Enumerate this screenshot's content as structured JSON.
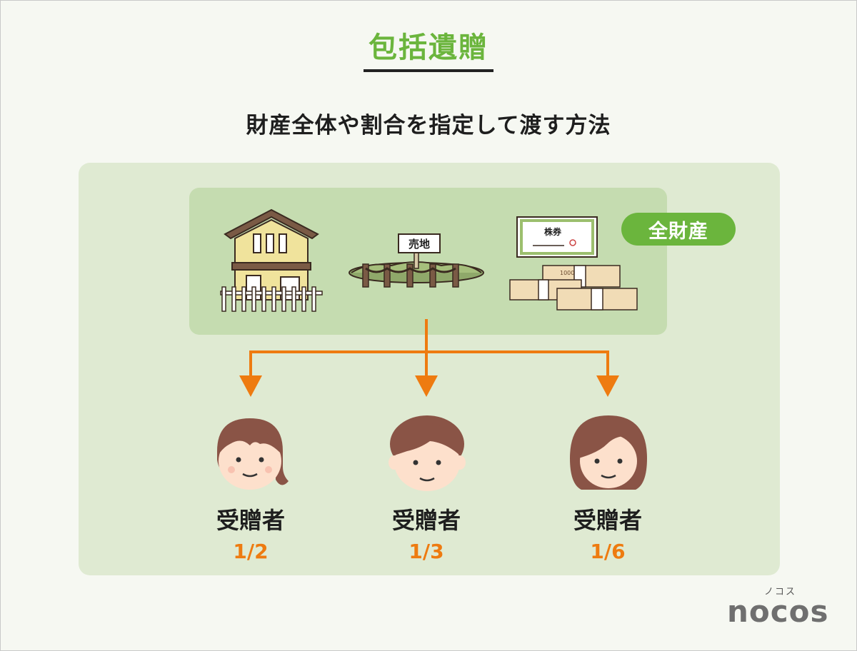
{
  "title": "包括遺贈",
  "subtitle": "財産全体や割合を指定して渡す方法",
  "badge": "全財産",
  "land_sign": "売地",
  "stock_label": "株券",
  "bill_label": "1000",
  "recipients": [
    {
      "role": "受贈者",
      "share": "1/2",
      "icon": "woman-bob-icon"
    },
    {
      "role": "受贈者",
      "share": "1/3",
      "icon": "man-icon"
    },
    {
      "role": "受贈者",
      "share": "1/6",
      "icon": "woman-long-hair-icon"
    }
  ],
  "logo": {
    "ruby": "ノコス",
    "name": "nocos"
  },
  "colors": {
    "accent_green": "#6bb53d",
    "arrow_orange": "#ee7b10",
    "panel": "#dfead2",
    "inner_panel": "#c5dcb0"
  }
}
